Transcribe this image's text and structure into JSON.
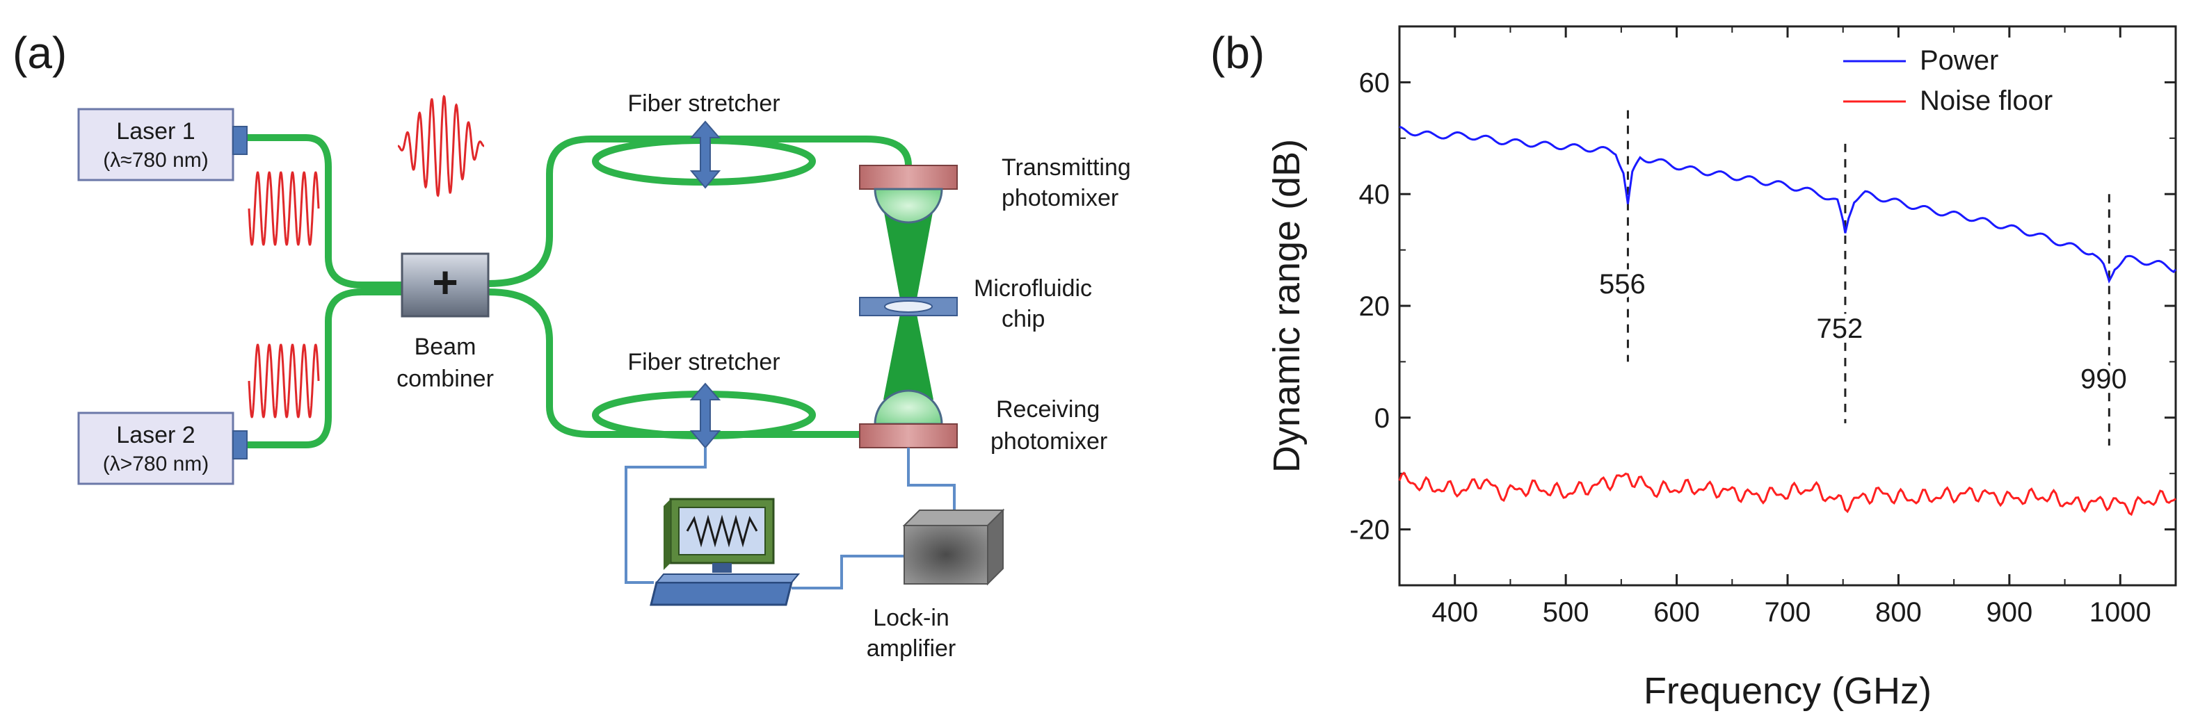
{
  "panel_a": {
    "label": "(a)",
    "laser1": {
      "name": "Laser 1",
      "wavelength": "(λ≈780 nm)"
    },
    "laser2": {
      "name": "Laser 2",
      "wavelength": "(λ>780 nm)"
    },
    "beam_combiner": {
      "symbol": "+",
      "line1": "Beam",
      "line2": "combiner"
    },
    "fiber_stretcher_top": "Fiber stretcher",
    "fiber_stretcher_bottom": "Fiber stretcher",
    "transmitting": {
      "line1": "Transmitting",
      "line2": "photomixer"
    },
    "microfluidic": {
      "line1": "Microfluidic",
      "line2": "chip"
    },
    "receiving": {
      "line1": "Receiving",
      "line2": "photomixer"
    },
    "lockin": {
      "line1": "Lock-in",
      "line2": "amplifier"
    },
    "colors": {
      "fiber": "#2db34a",
      "wave": "#e0282a",
      "device_blue": "#4f78b8",
      "photomixer": "#c97a7a",
      "cable": "#5f8dc8"
    }
  },
  "chart_data": {
    "panel_label": "(b)",
    "type": "line",
    "xlabel": "Frequency (GHz)",
    "ylabel": "Dynamic range (dB)",
    "xlim": [
      350,
      1050
    ],
    "ylim": [
      -30,
      70
    ],
    "xticks": [
      400,
      500,
      600,
      700,
      800,
      900,
      1000
    ],
    "yticks": [
      -20,
      0,
      20,
      40,
      60
    ],
    "legend_position": "top-right",
    "series": [
      {
        "name": "Power",
        "color": "#1a1aff",
        "x": [
          350,
          380,
          410,
          440,
          470,
          500,
          530,
          545,
          552,
          556,
          560,
          567,
          580,
          610,
          640,
          670,
          700,
          730,
          745,
          750,
          752,
          755,
          760,
          770,
          800,
          830,
          860,
          890,
          920,
          950,
          975,
          985,
          990,
          995,
          1005,
          1020,
          1035,
          1050
        ],
        "y": [
          51.5,
          50.5,
          50.5,
          49.5,
          49.0,
          48.5,
          48.0,
          47.5,
          44.0,
          38.0,
          43.5,
          46.5,
          46.0,
          44.5,
          43.5,
          42.5,
          41.5,
          40.0,
          38.5,
          35.0,
          33.0,
          36.0,
          39.0,
          40.0,
          38.5,
          37.0,
          36.0,
          34.5,
          33.0,
          31.0,
          29.5,
          27.0,
          24.5,
          27.0,
          28.5,
          28.0,
          27.5,
          26.5
        ]
      },
      {
        "name": "Noise floor",
        "color": "#ff2020",
        "x": [
          350,
          380,
          410,
          425,
          440,
          470,
          500,
          530,
          556,
          580,
          610,
          640,
          670,
          700,
          720,
          752,
          780,
          810,
          840,
          870,
          900,
          930,
          960,
          990,
          1010,
          1030,
          1050
        ],
        "y": [
          -11.0,
          -12.5,
          -13.0,
          -11.0,
          -13.5,
          -12.5,
          -13.5,
          -12.0,
          -10.5,
          -13.0,
          -12.5,
          -13.0,
          -14.0,
          -13.5,
          -12.5,
          -15.5,
          -13.5,
          -14.5,
          -14.0,
          -13.5,
          -14.5,
          -14.0,
          -15.5,
          -15.0,
          -16.0,
          -14.5,
          -14.5
        ]
      }
    ],
    "annotations": [
      {
        "text": "556",
        "x": 556,
        "line_from": 55,
        "line_to": 10,
        "label_y": 24
      },
      {
        "text": "752",
        "x": 752,
        "line_from": 49,
        "line_to": -1,
        "label_y": 16
      },
      {
        "text": "990",
        "x": 990,
        "line_from": 40,
        "line_to": -5,
        "label_y": 7
      }
    ]
  }
}
